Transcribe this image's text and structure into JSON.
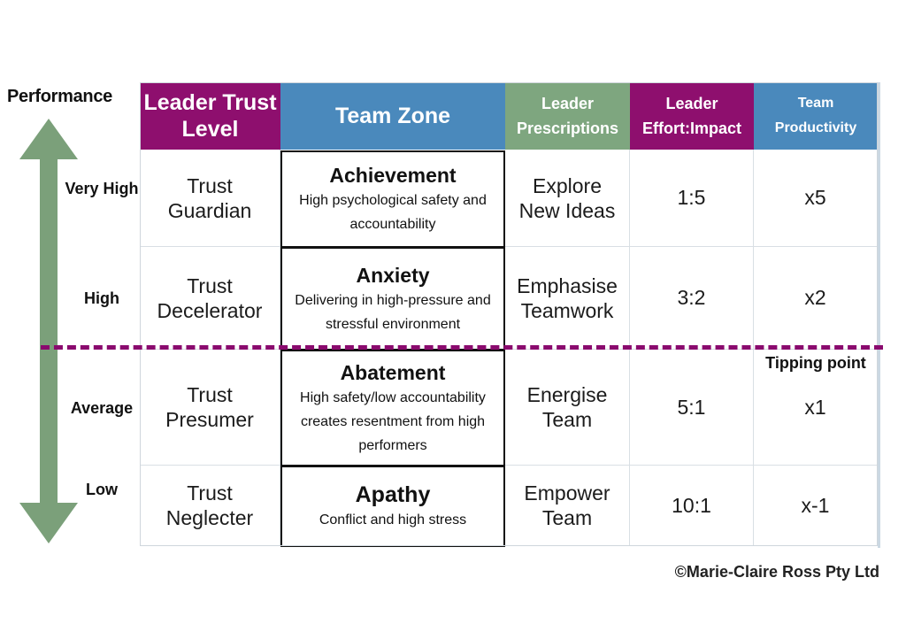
{
  "axis": {
    "title": "Performance",
    "levels": [
      "Very High",
      "High",
      "Average",
      "Low"
    ],
    "color": "#7ba07a"
  },
  "headers": {
    "trust_level": "Leader Trust Level",
    "team_zone": "Team Zone",
    "prescriptions": "Leader Prescriptions",
    "effort_impact": "Leader Effort:Impact",
    "productivity": "Team Productivity"
  },
  "colors": {
    "purple": "#8e0f6e",
    "blue": "#4a89bc",
    "green": "#7ea67f",
    "dash": "#8a0a6e"
  },
  "rows": [
    {
      "trust": "Trust Guardian",
      "zone_title": "Achievement",
      "zone_desc": "High psychological safety and accountability",
      "prescription": "Explore New Ideas",
      "ratio": "1:5",
      "productivity": "x5"
    },
    {
      "trust": "Trust Decelerator",
      "zone_title": "Anxiety",
      "zone_desc": "Delivering in high-pressure and stressful environment",
      "prescription": "Emphasise Teamwork",
      "ratio": "3:2",
      "productivity": "x2"
    },
    {
      "trust": "Trust Presumer",
      "zone_title": "Abatement",
      "zone_desc": "High safety/low accountability creates resentment from high performers",
      "prescription": "Energise Team",
      "ratio": "5:1",
      "productivity": "x1"
    },
    {
      "trust": "Trust Neglecter",
      "zone_title": "Apathy",
      "zone_desc": "Conflict and high stress",
      "prescription": "Empower Team",
      "ratio": "10:1",
      "productivity": "x-1"
    }
  ],
  "tipping_point": "Tipping point",
  "copyright": "©Marie-Claire Ross Pty Ltd"
}
